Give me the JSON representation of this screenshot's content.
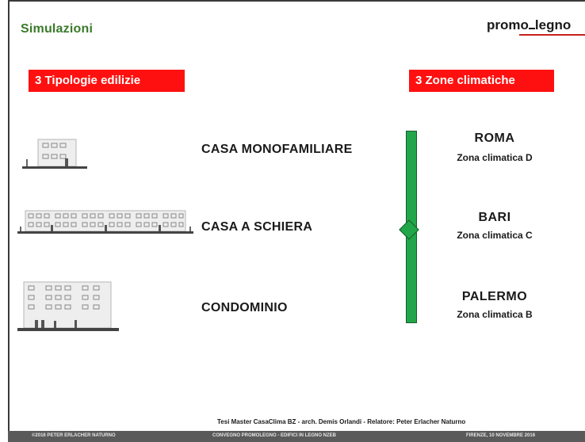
{
  "header": {
    "title": "Simulazioni",
    "logo": {
      "part1": "promo",
      "part2": "legno"
    }
  },
  "left_heading": "3 Tipologie edilizie",
  "right_heading": "3 Zone climatiche",
  "building_types": [
    {
      "label": "CASA MONOFAMILIARE",
      "icon": "single-family-house-icon"
    },
    {
      "label": "CASA A SCHIERA",
      "icon": "row-houses-icon"
    },
    {
      "label": "CONDOMINIO",
      "icon": "apartment-building-icon"
    }
  ],
  "climate_zones": [
    {
      "city": "ROMA",
      "zone": "Zona climatica D"
    },
    {
      "city": "BARI",
      "zone": "Zona climatica C"
    },
    {
      "city": "PALERMO",
      "zone": "Zona climatica B"
    }
  ],
  "footer": {
    "credit": "Tesi Master CasaClima BZ - arch. Demis Orlandi - Relatore: Peter Erlacher Naturno",
    "bar_left": "©2016 PETER ERLACHER NATURNO",
    "bar_center": "CONVEGNO PROMOLEGNO - EDIFICI IN LEGNO NZEB",
    "bar_right": "FIRENZE, 10 NOVEMBRE 2016"
  },
  "colors": {
    "accent_red": "#ff1010",
    "title_green": "#3a7a2a",
    "bar_green": "#22a64a",
    "footer_gray": "#5a5a5a"
  }
}
